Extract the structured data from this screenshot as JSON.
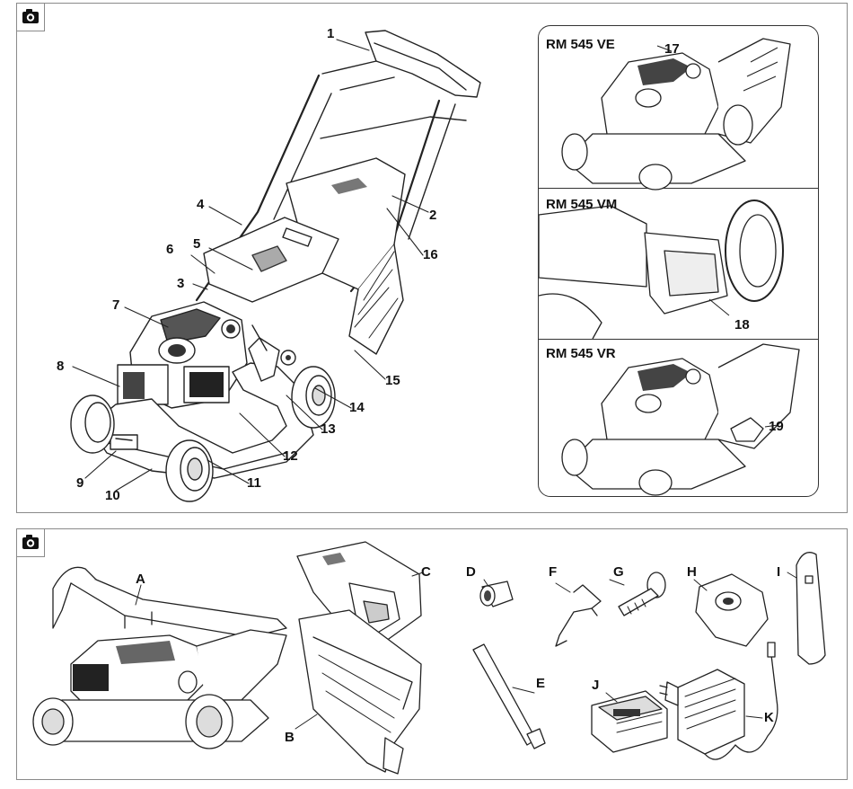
{
  "top_panel": {
    "camera_icon": "camera-icon",
    "callouts": [
      "1",
      "2",
      "3",
      "4",
      "5",
      "6",
      "7",
      "8",
      "9",
      "10",
      "11",
      "12",
      "13",
      "14",
      "15",
      "16"
    ],
    "models": [
      {
        "name": "RM 545 VE",
        "callout": "17"
      },
      {
        "name": "RM 545 VM",
        "callout": "18"
      },
      {
        "name": "RM 545 VR",
        "callout": "19"
      }
    ]
  },
  "bottom_panel": {
    "camera_icon": "camera-icon",
    "parts": [
      "A",
      "B",
      "C",
      "D",
      "E",
      "F",
      "G",
      "H",
      "I",
      "J",
      "K"
    ]
  }
}
